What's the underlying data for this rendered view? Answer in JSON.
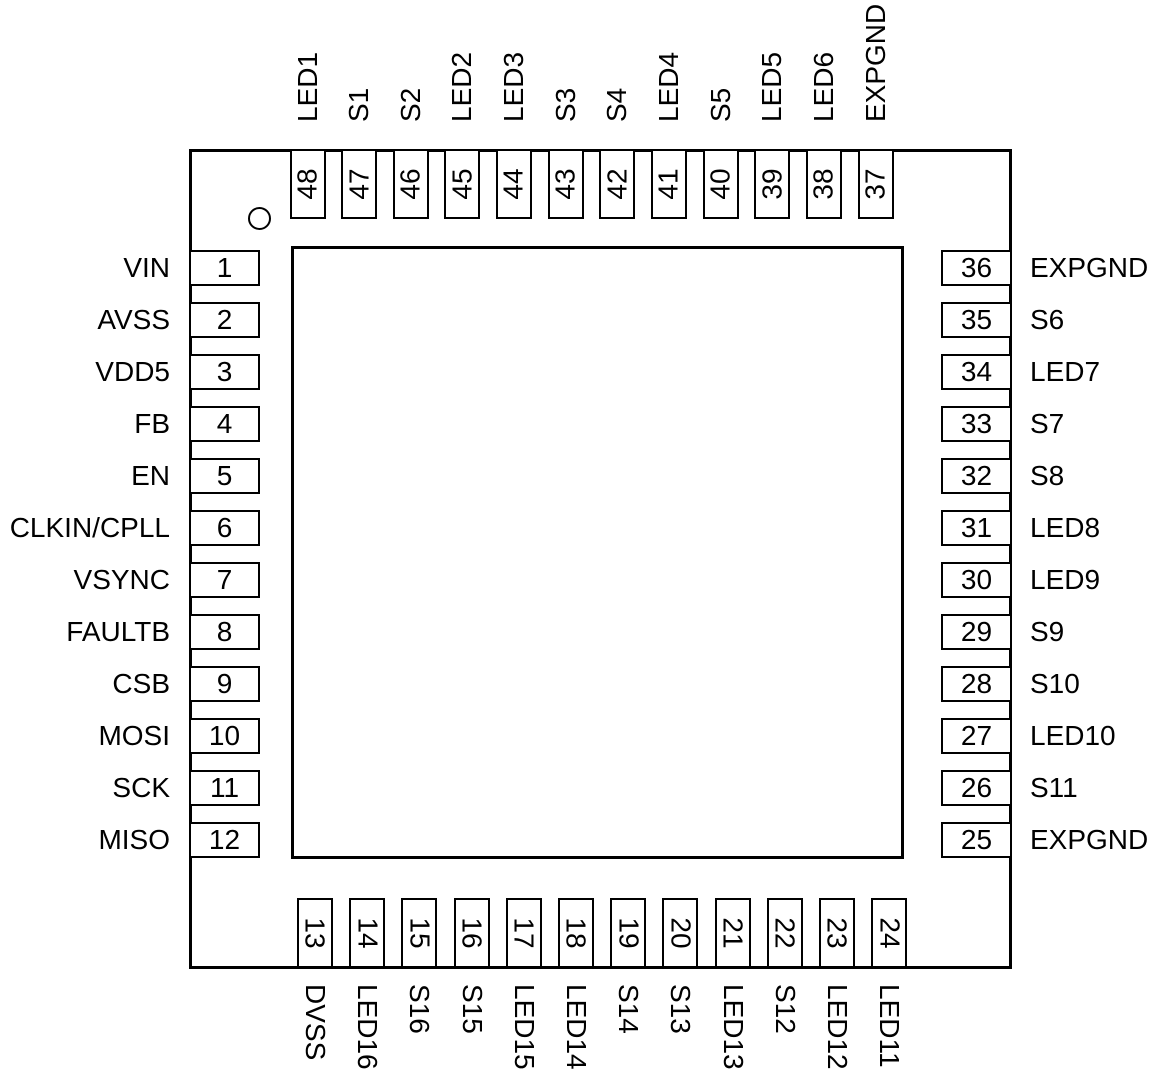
{
  "colors": {
    "line": "#000000",
    "background": "#ffffff"
  },
  "icons": {
    "pin1_indicator": "circle"
  },
  "pins": {
    "top": [
      {
        "number": "48",
        "label": "LED1"
      },
      {
        "number": "47",
        "label": "S1"
      },
      {
        "number": "46",
        "label": "S2"
      },
      {
        "number": "45",
        "label": "LED2"
      },
      {
        "number": "44",
        "label": "LED3"
      },
      {
        "number": "43",
        "label": "S3"
      },
      {
        "number": "42",
        "label": "S4"
      },
      {
        "number": "41",
        "label": "LED4"
      },
      {
        "number": "40",
        "label": "S5"
      },
      {
        "number": "39",
        "label": "LED5"
      },
      {
        "number": "38",
        "label": "LED6"
      },
      {
        "number": "37",
        "label": "EXPGND"
      }
    ],
    "left": [
      {
        "number": "1",
        "label": "VIN"
      },
      {
        "number": "2",
        "label": "AVSS"
      },
      {
        "number": "3",
        "label": "VDD5"
      },
      {
        "number": "4",
        "label": "FB"
      },
      {
        "number": "5",
        "label": "EN"
      },
      {
        "number": "6",
        "label": "CLKIN/CPLL"
      },
      {
        "number": "7",
        "label": "VSYNC"
      },
      {
        "number": "8",
        "label": "FAULTB"
      },
      {
        "number": "9",
        "label": "CSB"
      },
      {
        "number": "10",
        "label": "MOSI"
      },
      {
        "number": "11",
        "label": "SCK"
      },
      {
        "number": "12",
        "label": "MISO"
      }
    ],
    "right": [
      {
        "number": "36",
        "label": "EXPGND"
      },
      {
        "number": "35",
        "label": "S6"
      },
      {
        "number": "34",
        "label": "LED7"
      },
      {
        "number": "33",
        "label": "S7"
      },
      {
        "number": "32",
        "label": "S8"
      },
      {
        "number": "31",
        "label": "LED8"
      },
      {
        "number": "30",
        "label": "LED9"
      },
      {
        "number": "29",
        "label": "S9"
      },
      {
        "number": "28",
        "label": "S10"
      },
      {
        "number": "27",
        "label": "LED10"
      },
      {
        "number": "26",
        "label": "S11"
      },
      {
        "number": "25",
        "label": "EXPGND"
      }
    ],
    "bottom": [
      {
        "number": "13",
        "label": "DVSS"
      },
      {
        "number": "14",
        "label": "LED16"
      },
      {
        "number": "15",
        "label": "S16"
      },
      {
        "number": "16",
        "label": "S15"
      },
      {
        "number": "17",
        "label": "LED15"
      },
      {
        "number": "18",
        "label": "LED14"
      },
      {
        "number": "19",
        "label": "S14"
      },
      {
        "number": "20",
        "label": "S13"
      },
      {
        "number": "21",
        "label": "LED13"
      },
      {
        "number": "22",
        "label": "S12"
      },
      {
        "number": "23",
        "label": "LED12"
      },
      {
        "number": "24",
        "label": "LED11"
      }
    ]
  }
}
